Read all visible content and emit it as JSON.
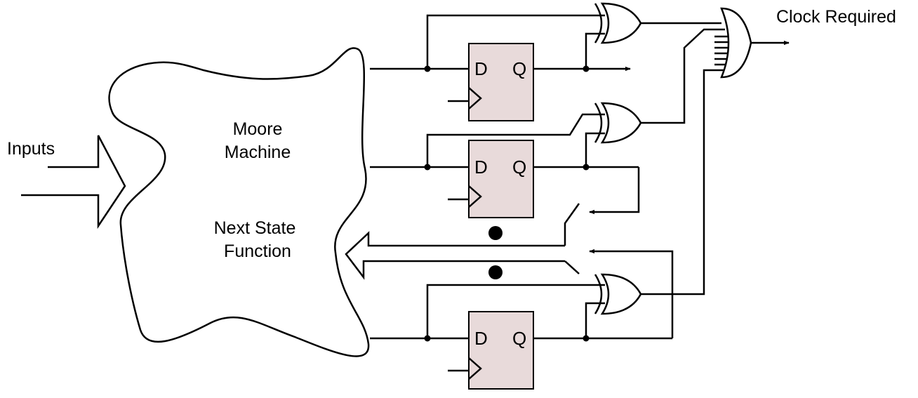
{
  "labels": {
    "inputs": "Inputs",
    "moore_1": "Moore",
    "moore_2": "Machine",
    "nsf_1": "Next State",
    "nsf_2": "Function",
    "clock_required": "Clock Required"
  },
  "flipflops": [
    {
      "d": "D",
      "q": "Q"
    },
    {
      "d": "D",
      "q": "Q"
    },
    {
      "d": "D",
      "q": "Q"
    }
  ],
  "colors": {
    "flipflop_fill": "#e8dada",
    "line": "#000000"
  }
}
